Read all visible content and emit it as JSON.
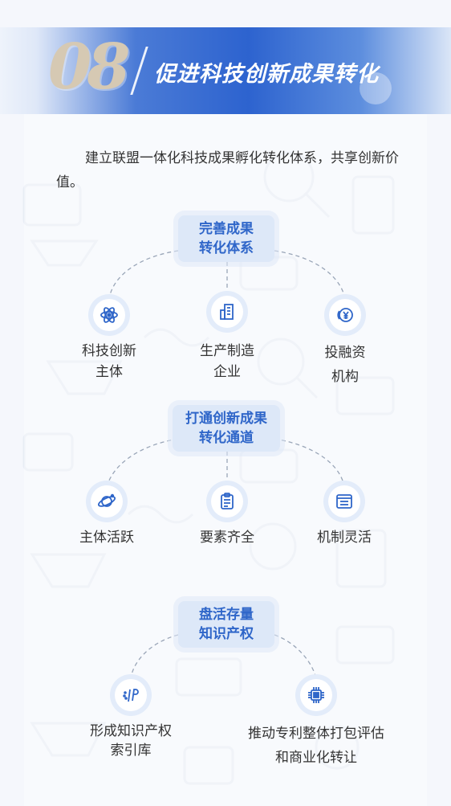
{
  "header": {
    "number": "08",
    "title": "促进科技创新成果转化"
  },
  "intro": "建立联盟一体化科技成果孵化转化体系，共享创新价值。",
  "sections": [
    {
      "title_line1": "完善成果",
      "title_line2": "转化体系",
      "nodes": [
        {
          "icon": "atom-icon",
          "line1": "科技创新",
          "line2": "主体"
        },
        {
          "icon": "building-icon",
          "line1": "生产制造",
          "line2": "企业"
        },
        {
          "icon": "coin-icon",
          "line1": "投融资",
          "line2": "机构"
        }
      ]
    },
    {
      "title_line1": "打通创新成果",
      "title_line2": "转化通道",
      "nodes": [
        {
          "icon": "planet-icon",
          "line1": "主体活跃",
          "line2": ""
        },
        {
          "icon": "clipboard-icon",
          "line1": "要素齐全",
          "line2": ""
        },
        {
          "icon": "document-icon",
          "line1": "机制灵活",
          "line2": ""
        }
      ]
    },
    {
      "title_line1": "盘活存量",
      "title_line2": "知识产权",
      "nodes": [
        {
          "icon": "ip-icon",
          "line1": "形成知识产权",
          "line2": "索引库"
        },
        {
          "icon": "chip-icon",
          "line1": "推动专利整体打包评估",
          "line2": "和商业化转让"
        }
      ]
    }
  ],
  "colors": {
    "accent": "#2f66c9",
    "pill_bg": "#dde8f8",
    "banner_mid": "#2d63cf",
    "number": "#d6c9b3"
  }
}
